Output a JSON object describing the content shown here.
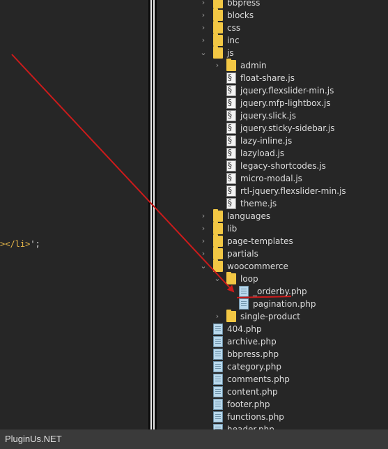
{
  "editor": {
    "code_line": {
      "string_part": "</li>",
      "punct": "';",
      "lead": ">"
    }
  },
  "tree": {
    "items": [
      {
        "label": "bbpress",
        "type": "folder",
        "depth": 1,
        "expanded": false
      },
      {
        "label": "blocks",
        "type": "folder",
        "depth": 1,
        "expanded": false
      },
      {
        "label": "css",
        "type": "folder",
        "depth": 1,
        "expanded": false
      },
      {
        "label": "inc",
        "type": "folder",
        "depth": 1,
        "expanded": false
      },
      {
        "label": "js",
        "type": "folder",
        "depth": 1,
        "expanded": true
      },
      {
        "label": "admin",
        "type": "folder",
        "depth": 2,
        "expanded": false
      },
      {
        "label": "float-share.js",
        "type": "js",
        "depth": 2
      },
      {
        "label": "jquery.flexslider-min.js",
        "type": "js",
        "depth": 2
      },
      {
        "label": "jquery.mfp-lightbox.js",
        "type": "js",
        "depth": 2
      },
      {
        "label": "jquery.slick.js",
        "type": "js",
        "depth": 2
      },
      {
        "label": "jquery.sticky-sidebar.js",
        "type": "js",
        "depth": 2
      },
      {
        "label": "lazy-inline.js",
        "type": "js",
        "depth": 2
      },
      {
        "label": "lazyload.js",
        "type": "js",
        "depth": 2
      },
      {
        "label": "legacy-shortcodes.js",
        "type": "js",
        "depth": 2
      },
      {
        "label": "micro-modal.js",
        "type": "js",
        "depth": 2
      },
      {
        "label": "rtl-jquery.flexslider-min.js",
        "type": "js",
        "depth": 2
      },
      {
        "label": "theme.js",
        "type": "js",
        "depth": 2
      },
      {
        "label": "languages",
        "type": "folder",
        "depth": 1,
        "expanded": false
      },
      {
        "label": "lib",
        "type": "folder",
        "depth": 1,
        "expanded": false
      },
      {
        "label": "page-templates",
        "type": "folder",
        "depth": 1,
        "expanded": false
      },
      {
        "label": "partials",
        "type": "folder",
        "depth": 1,
        "expanded": false
      },
      {
        "label": "woocommerce",
        "type": "folder",
        "depth": 1,
        "expanded": true
      },
      {
        "label": "loop",
        "type": "folder",
        "depth": 2,
        "expanded": true
      },
      {
        "label": "_orderby.php",
        "type": "php",
        "depth": 3
      },
      {
        "label": "pagination.php",
        "type": "php",
        "depth": 3
      },
      {
        "label": "single-product",
        "type": "folder",
        "depth": 2,
        "expanded": false
      },
      {
        "label": "404.php",
        "type": "php",
        "depth": 1
      },
      {
        "label": "archive.php",
        "type": "php",
        "depth": 1
      },
      {
        "label": "bbpress.php",
        "type": "php",
        "depth": 1
      },
      {
        "label": "category.php",
        "type": "php",
        "depth": 1
      },
      {
        "label": "comments.php",
        "type": "php",
        "depth": 1
      },
      {
        "label": "content.php",
        "type": "php",
        "depth": 1
      },
      {
        "label": "footer.php",
        "type": "php",
        "depth": 1
      },
      {
        "label": "functions.php",
        "type": "php",
        "depth": 1
      },
      {
        "label": "header.php",
        "type": "php",
        "depth": 1
      }
    ]
  },
  "annotation": {
    "color": "#cc1b1b",
    "highlighted_item": "_orderby.php"
  },
  "colors": {
    "folder": "#f2c744",
    "background": "#262626",
    "text": "#dcdcdc",
    "code_string": "#e8b84a"
  },
  "statusbar": {
    "watermark": "PluginUs.NET"
  }
}
